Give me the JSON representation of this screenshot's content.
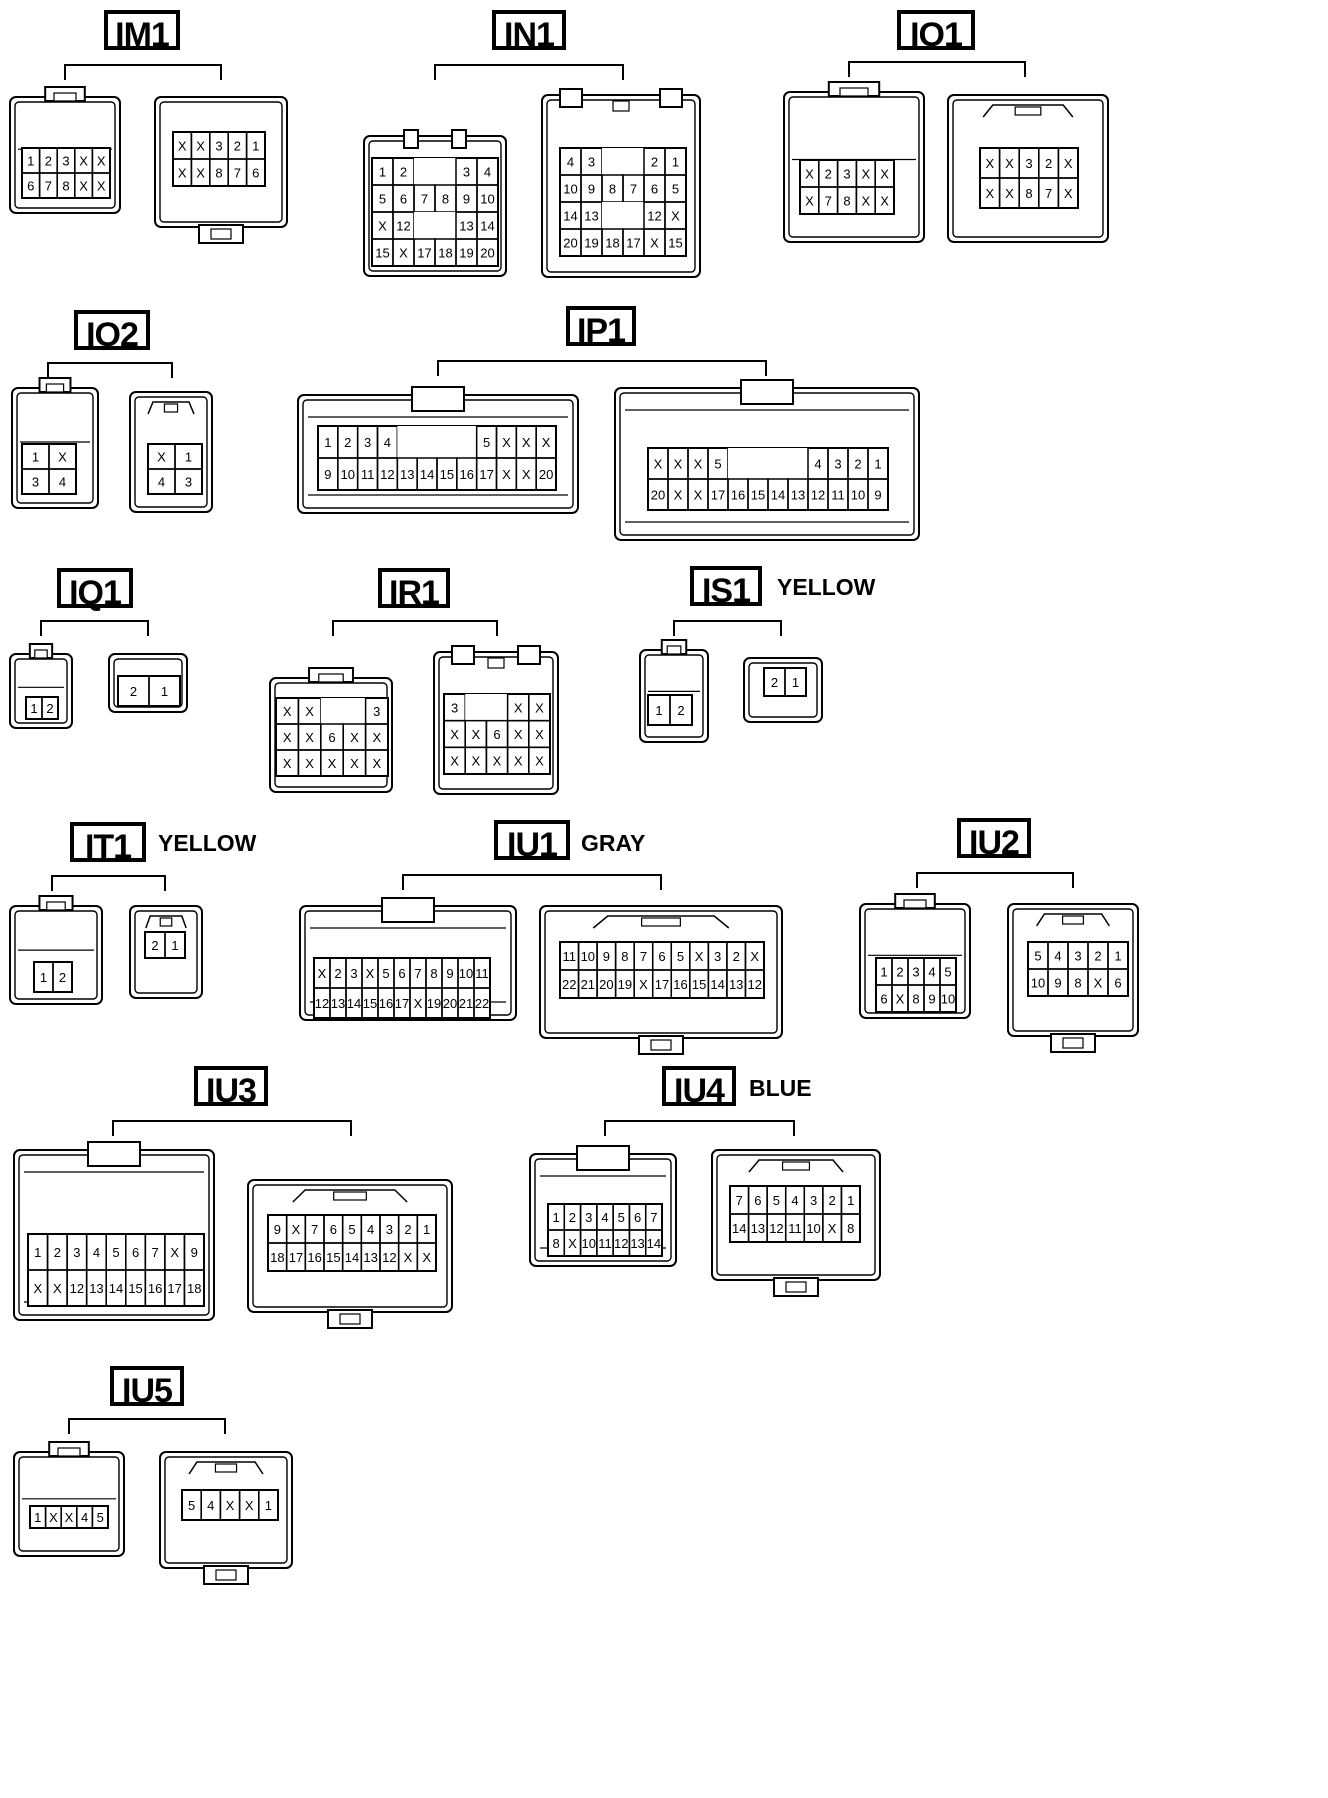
{
  "connectors": {
    "IM1": {
      "code": "IM1",
      "color": "",
      "left": [
        [
          "1",
          "2",
          "3",
          "X",
          "X"
        ],
        [
          "6",
          "7",
          "8",
          "X",
          "X"
        ]
      ],
      "right": [
        [
          "X",
          "X",
          "3",
          "2",
          "1"
        ],
        [
          "X",
          "X",
          "8",
          "7",
          "6"
        ]
      ]
    },
    "IN1": {
      "code": "IN1",
      "color": "",
      "left": [
        [
          "1",
          "2",
          "",
          "",
          "3",
          "4"
        ],
        [
          "5",
          "6",
          "7",
          "8",
          "9",
          "10"
        ],
        [
          "X",
          "12",
          "",
          "",
          "13",
          "14"
        ],
        [
          "15",
          "X",
          "17",
          "18",
          "19",
          "20"
        ]
      ],
      "right": [
        [
          "4",
          "3",
          "",
          "",
          "2",
          "1"
        ],
        [
          "10",
          "9",
          "8",
          "7",
          "6",
          "5"
        ],
        [
          "14",
          "13",
          "",
          "",
          "12",
          "X"
        ],
        [
          "20",
          "19",
          "18",
          "17",
          "X",
          "15"
        ]
      ]
    },
    "IO1": {
      "code": "IO1",
      "color": "",
      "left": [
        [
          "X",
          "2",
          "3",
          "X",
          "X"
        ],
        [
          "X",
          "7",
          "8",
          "X",
          "X"
        ]
      ],
      "right": [
        [
          "X",
          "X",
          "3",
          "2",
          "X"
        ],
        [
          "X",
          "X",
          "8",
          "7",
          "X"
        ]
      ]
    },
    "IO2": {
      "code": "IO2",
      "color": "",
      "left": [
        [
          "1",
          "X"
        ],
        [
          "3",
          "4"
        ]
      ],
      "right": [
        [
          "X",
          "1"
        ],
        [
          "4",
          "3"
        ]
      ]
    },
    "IP1": {
      "code": "IP1",
      "color": "",
      "left": [
        [
          "1",
          "2",
          "3",
          "4",
          "",
          "",
          "",
          "",
          "5",
          "X",
          "X",
          "X"
        ],
        [
          "9",
          "10",
          "11",
          "12",
          "13",
          "14",
          "15",
          "16",
          "17",
          "X",
          "X",
          "20"
        ]
      ],
      "right": [
        [
          "X",
          "X",
          "X",
          "5",
          "",
          "",
          "",
          "",
          "4",
          "3",
          "2",
          "1"
        ],
        [
          "20",
          "X",
          "X",
          "17",
          "16",
          "15",
          "14",
          "13",
          "12",
          "11",
          "10",
          "9"
        ]
      ]
    },
    "IQ1": {
      "code": "IQ1",
      "color": "",
      "left": [
        [
          "1",
          "2"
        ]
      ],
      "right": [
        [
          "2",
          "1"
        ]
      ]
    },
    "IR1": {
      "code": "IR1",
      "color": "",
      "left": [
        [
          "X",
          "X",
          "",
          "",
          "3"
        ],
        [
          "X",
          "X",
          "6",
          "X",
          "X"
        ],
        [
          "X",
          "X",
          "X",
          "X",
          "X"
        ]
      ],
      "right": [
        [
          "3",
          "",
          "",
          "X",
          "X"
        ],
        [
          "X",
          "X",
          "6",
          "X",
          "X"
        ],
        [
          "X",
          "X",
          "X",
          "X",
          "X"
        ]
      ]
    },
    "IS1": {
      "code": "IS1",
      "color": "YELLOW",
      "left": [
        [
          "1",
          "2"
        ]
      ],
      "right": [
        [
          "2",
          "1"
        ]
      ]
    },
    "IT1": {
      "code": "IT1",
      "color": "YELLOW",
      "left": [
        [
          "1",
          "2"
        ]
      ],
      "right": [
        [
          "2",
          "1"
        ]
      ]
    },
    "IU1": {
      "code": "IU1",
      "color": "GRAY",
      "left": [
        [
          "X",
          "2",
          "3",
          "X",
          "5",
          "6",
          "7",
          "8",
          "9",
          "10",
          "11"
        ],
        [
          "12",
          "13",
          "14",
          "15",
          "16",
          "17",
          "X",
          "19",
          "20",
          "21",
          "22"
        ]
      ],
      "right": [
        [
          "11",
          "10",
          "9",
          "8",
          "7",
          "6",
          "5",
          "X",
          "3",
          "2",
          "X"
        ],
        [
          "22",
          "21",
          "20",
          "19",
          "X",
          "17",
          "16",
          "15",
          "14",
          "13",
          "12"
        ]
      ]
    },
    "IU2": {
      "code": "IU2",
      "color": "",
      "left": [
        [
          "1",
          "2",
          "3",
          "4",
          "5"
        ],
        [
          "6",
          "X",
          "8",
          "9",
          "10"
        ]
      ],
      "right": [
        [
          "5",
          "4",
          "3",
          "2",
          "1"
        ],
        [
          "10",
          "9",
          "8",
          "X",
          "6"
        ]
      ]
    },
    "IU3": {
      "code": "IU3",
      "color": "",
      "left": [
        [
          "1",
          "2",
          "3",
          "4",
          "5",
          "6",
          "7",
          "X",
          "9"
        ],
        [
          "X",
          "X",
          "12",
          "13",
          "14",
          "15",
          "16",
          "17",
          "18"
        ]
      ],
      "right": [
        [
          "9",
          "X",
          "7",
          "6",
          "5",
          "4",
          "3",
          "2",
          "1"
        ],
        [
          "18",
          "17",
          "16",
          "15",
          "14",
          "13",
          "12",
          "X",
          "X"
        ]
      ]
    },
    "IU4": {
      "code": "IU4",
      "color": "BLUE",
      "left": [
        [
          "1",
          "2",
          "3",
          "4",
          "5",
          "6",
          "7"
        ],
        [
          "8",
          "X",
          "10",
          "11",
          "12",
          "13",
          "14"
        ]
      ],
      "right": [
        [
          "7",
          "6",
          "5",
          "4",
          "3",
          "2",
          "1"
        ],
        [
          "14",
          "13",
          "12",
          "11",
          "10",
          "X",
          "8"
        ]
      ]
    },
    "IU5": {
      "code": "IU5",
      "color": "",
      "left": [
        [
          "1",
          "X",
          "X",
          "4",
          "5"
        ]
      ],
      "right": [
        [
          "5",
          "4",
          "X",
          "X",
          "1"
        ]
      ]
    }
  }
}
